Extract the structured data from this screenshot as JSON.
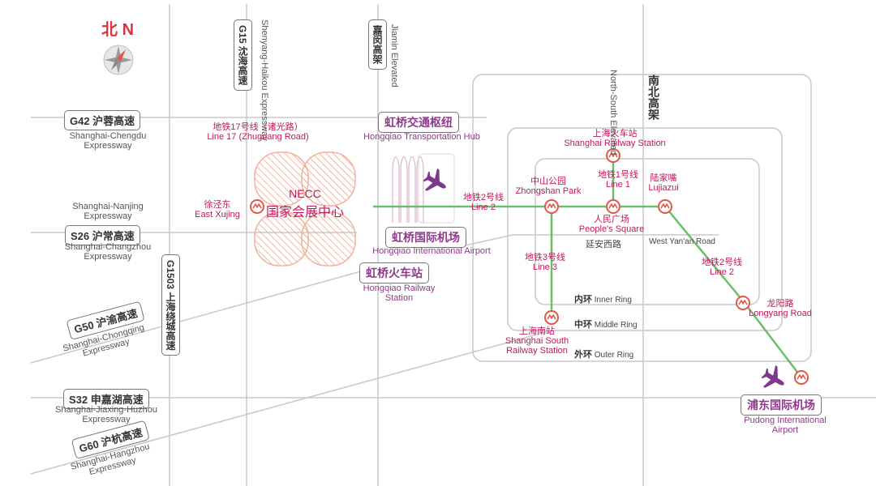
{
  "compass": {
    "label_cn": "北",
    "label_en": "N"
  },
  "highways": {
    "g42": {
      "code": "G42 沪蓉高速",
      "name_1": "Shanghai-Chengdu",
      "name_2": "Expressway"
    },
    "s26": {
      "code": "S26 沪常高速",
      "name_top_1": "Shanghai-Nanjing",
      "name_top_2": "Expressway",
      "name_1": "Shanghai-Changzhou",
      "name_2": "Expressway"
    },
    "g50": {
      "code": "G50 沪渝高速",
      "name_1": "Shanghai-Chongqing",
      "name_2": "Expressway"
    },
    "s32": {
      "code": "S32 申嘉湖高速",
      "name_1": "Shanghai-Jiaxing-Huzhou",
      "name_2": "Expressway"
    },
    "g60": {
      "code": "G60 沪杭高速",
      "name_1": "Shanghai-Hangzhou",
      "name_2": "Expressway"
    },
    "g15": {
      "code": "G15 沈海高速",
      "name_1": "Shenyang-Haikou",
      "name_2": "Expressway"
    },
    "g1503": {
      "code": "G1503 上海绕城高速"
    },
    "jiamin": {
      "code": "嘉闵高架",
      "name": "Jiamin Elevated"
    },
    "north_south": {
      "code": "南北高架",
      "name_1": "North-South",
      "name_2": "Elevated"
    },
    "yanan": {
      "cn": "延安西路",
      "en": "West Yan'an Road"
    }
  },
  "rings": {
    "inner": {
      "cn": "内环",
      "en": "Inner Ring"
    },
    "middle": {
      "cn": "中环",
      "en": "Middle Ring"
    },
    "outer": {
      "cn": "外环",
      "en": "Outer Ring"
    }
  },
  "venue": {
    "abbr": "NECC",
    "cn": "国家会展中心"
  },
  "hubs": {
    "transport_hub": {
      "cn": "虹桥交通枢纽",
      "en": "Hongqiao Transportation Hub"
    },
    "hongqiao_airport": {
      "cn": "虹桥国际机场",
      "en": "Hongqiao International Airport"
    },
    "hongqiao_station": {
      "cn": "虹桥火车站",
      "en_1": "Hongqiao Railway",
      "en_2": "Station"
    },
    "pudong_airport": {
      "cn": "浦东国际机场",
      "en_1": "Pudong International",
      "en_2": "Airport"
    }
  },
  "metro": {
    "line17": {
      "cn": "地铁17号线（诸光路）",
      "en": "Line 17 (Zhuguang Road)"
    },
    "line2_west": {
      "cn": "地铁2号线",
      "en": "Line 2"
    },
    "line2_east": {
      "cn": "地铁2号线",
      "en": "Line 2"
    },
    "line3": {
      "cn": "地铁3号线",
      "en": "Line 3"
    },
    "line1": {
      "cn": "地铁1号线",
      "en": "Line 1"
    }
  },
  "stations": {
    "xujing": {
      "cn": "徐泾东",
      "en": "East Xujing"
    },
    "zhongshan": {
      "cn": "中山公园",
      "en": "Zhongshan Park"
    },
    "railway": {
      "cn": "上海火车站",
      "en": "Shanghai Railway Station"
    },
    "peoples_square": {
      "cn": "人民广场",
      "en": "People's Square"
    },
    "lujiazui": {
      "cn": "陆家嘴",
      "en": "Lujiazui"
    },
    "longyang": {
      "cn": "龙阳路",
      "en": "Longyang Road"
    },
    "south_station": {
      "cn": "上海南站",
      "en_1": "Shanghai South",
      "en_2": "Railway Station"
    }
  },
  "colors": {
    "metro_line": "#6abf69",
    "metro_symbol": "#e2574c",
    "label_pink": "#c2185b",
    "label_purple": "#8e3a8a",
    "road": "#c8c8c8"
  }
}
